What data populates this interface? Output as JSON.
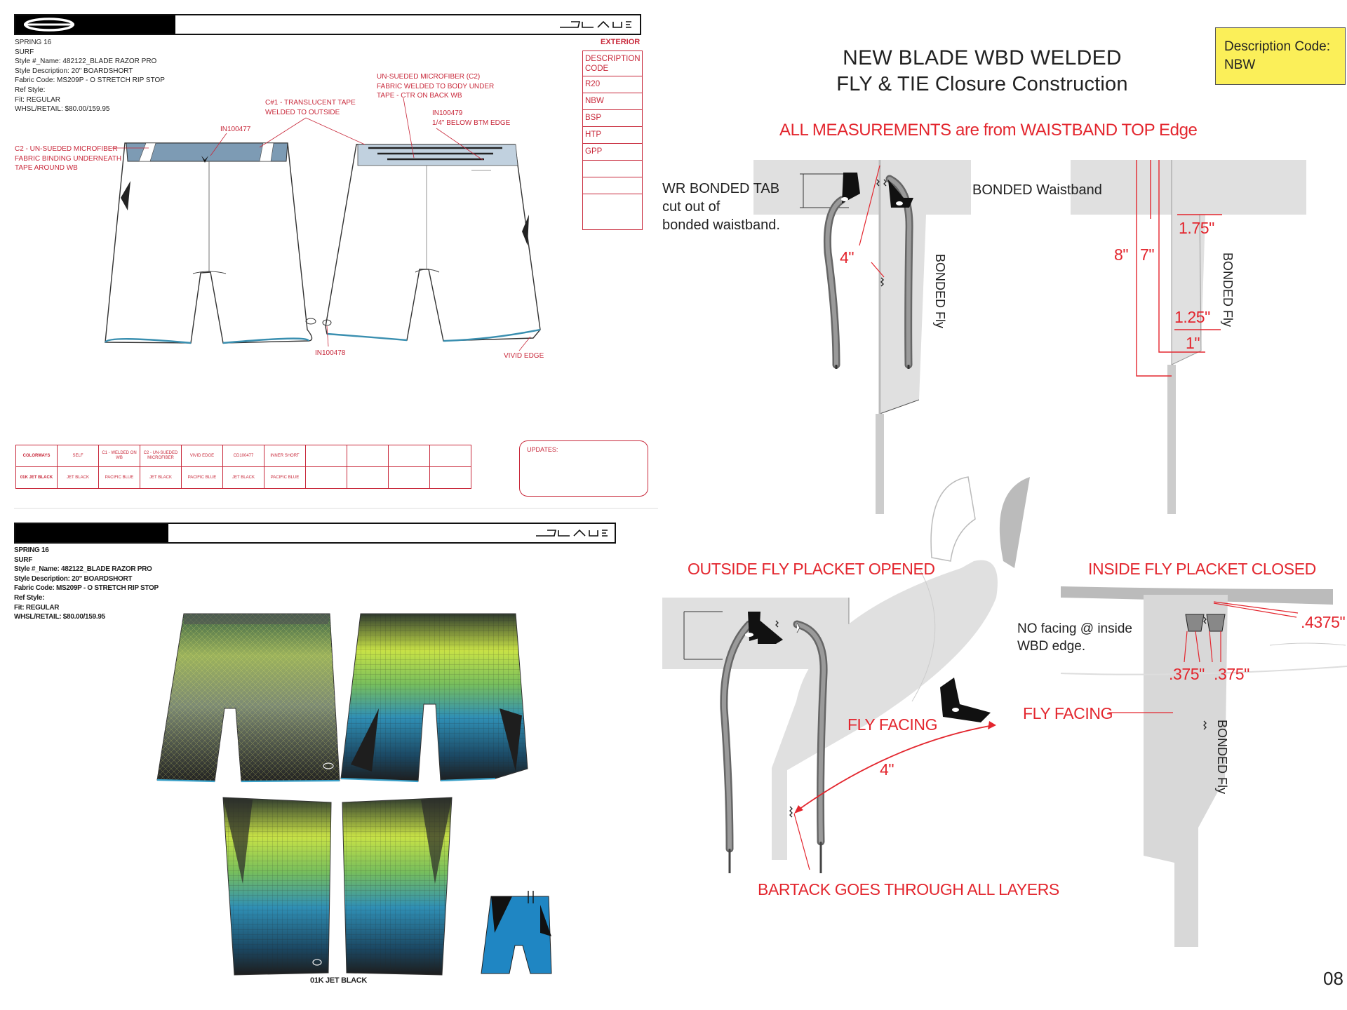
{
  "sheet1": {
    "spec": [
      "SPRING 16",
      "SURF",
      "Style #_Name: 482122_BLADE RAZOR PRO",
      "Style Description: 20\" BOARDSHORT",
      "Fabric Code: MS209P - O STRETCH RIP STOP",
      "Ref Style:",
      "Fit: REGULAR",
      "WHSL/RETAIL: $80.00/159.95"
    ],
    "exterior": "EXTERIOR",
    "desc_table": [
      "DESCRIPTION CODE",
      "R20",
      "NBW",
      "BSP",
      "HTP",
      "GPP",
      "",
      ""
    ],
    "callouts": {
      "c2_binding": "C2 - UN-SUEDED MICROFIBER\nFABRIC BINDING UNDERNEATH\nTAPE AROUND WB",
      "in100477": "IN100477",
      "c1_tape": "C#1 - TRANSLUCENT TAPE\nWELDED TO OUTSIDE",
      "c2_welded": "UN-SUEDED MICROFIBER (C2)\nFABRIC WELDED TO BODY UNDER\nTAPE - CTR ON BACK WB",
      "in100479": "IN100479\n1/4\" BELOW BTM EDGE",
      "in100478": "IN100478",
      "vivid_edge": "VIVID EDGE"
    },
    "colorways": {
      "header": [
        "COLORWAYS",
        "SELF",
        "C1 - WELDED ON WB",
        "C2 - UN-SUEDED MICROFIBER",
        "VIVID EDGE",
        "CD100477",
        "INNER SHORT",
        "",
        "",
        "",
        "",
        ""
      ],
      "row": [
        "01K JET BLACK",
        "JET BLACK",
        "PACIFIC BLUE",
        "JET BLACK",
        "PACIFIC BLUE",
        "JET BLACK",
        "PACIFIC BLUE",
        "",
        "",
        "",
        "",
        ""
      ]
    },
    "updates": "UPDATES:"
  },
  "sheet2": {
    "spec": [
      "SPRING 16",
      "SURF",
      "Style #_Name: 482122_BLADE RAZOR PRO",
      "Style Description: 20\" BOARDSHORT",
      "Fabric Code: MS209P - O STRETCH RIP STOP",
      "Ref Style:",
      "Fit: REGULAR",
      "WHSL/RETAIL: $80.00/159.95"
    ],
    "colorway_caption": "01K JET BLACK"
  },
  "construction": {
    "title_line1": "NEW BLADE WBD WELDED",
    "title_line2": "FLY & TIE Closure Construction",
    "code_box": "Description Code:\nNBW",
    "measure_note": "ALL MEASUREMENTS are from WAISTBAND TOP Edge",
    "wr_tab": "WR BONDED TAB\ncut out of\nbonded waistband.",
    "bonded_waistband": "BONDED Waistband",
    "bonded_fly": "BONDED Fly",
    "m_4": "4\"",
    "m_175": "1.75\"",
    "m_8": "8\"",
    "m_7": "7\"",
    "m_125": "1.25\"",
    "m_1": "1\"",
    "outside_title": "OUTSIDE FLY PLACKET OPENED",
    "inside_title": "INSIDE FLY PLACKET CLOSED",
    "fly_facing": "FLY FACING",
    "bartack": "BARTACK GOES THROUGH ALL LAYERS",
    "no_facing": "NO facing @ inside\nWBD edge.",
    "m_4375": ".4375\"",
    "m_375": ".375\"",
    "page_no": "08"
  },
  "colors": {
    "red": "#e3262e",
    "tech_red": "#c8283a",
    "code_box": "#fbef59",
    "grey": "#c9c9c9",
    "pacific_blue": "#7c9bb3"
  }
}
